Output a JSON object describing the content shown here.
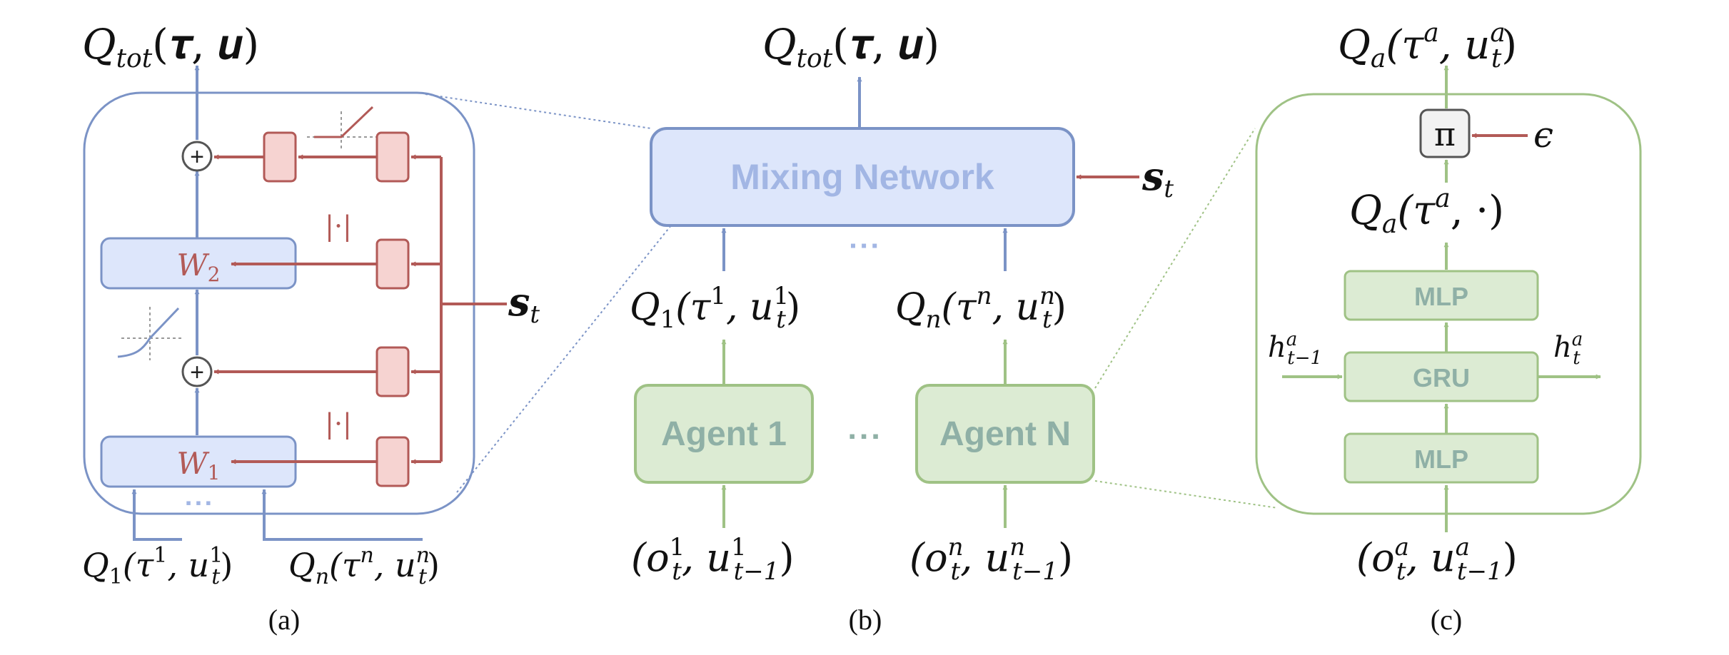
{
  "colors": {
    "blue": "#7b93c6",
    "blue_fill": "#dde6fb",
    "blue_text": "#a2b6e4",
    "red": "#b25a57",
    "red_fill": "#f6d3d1",
    "green": "#9fc285",
    "green_fill": "#dcebd3",
    "green_text": "#8fb0a6",
    "text": "#111111"
  },
  "panel_a": {
    "output": {
      "q": "Q",
      "sub": "tot",
      "args": "(𝝉, 𝒖)"
    },
    "w2": {
      "w": "W",
      "sub": "2"
    },
    "w1": {
      "w": "W",
      "sub": "1"
    },
    "abs_label_top": "|·|",
    "abs_label_bottom": "|·|",
    "plus_top": "+",
    "plus_bottom": "+",
    "ellipsis": "▪ ▪ ▪",
    "state": {
      "s": "s",
      "sub": "t"
    },
    "input_1": {
      "q": "Q",
      "sub": "1",
      "open": "(τ",
      "sup": "1",
      "mid": ", u",
      "usup": "1",
      "usub": "t",
      "close": ")"
    },
    "input_n": {
      "q": "Q",
      "sub": "n",
      "open": "(τ",
      "sup": "n",
      "mid": ", u",
      "usup": "n",
      "usub": "t",
      "close": ")"
    },
    "caption": "(a)"
  },
  "panel_b": {
    "output": {
      "q": "Q",
      "sub": "tot",
      "args": "(𝝉, 𝒖)"
    },
    "mixing_label": "Mixing Network",
    "state": {
      "s": "s",
      "sub": "t"
    },
    "ellipsis_top": "▪ ▪ ▪",
    "ellipsis_mid": "▪ ▪ ▪",
    "q1": {
      "q": "Q",
      "sub": "1",
      "open": "(τ",
      "sup": "1",
      "mid": ", u",
      "usup": "1",
      "usub": "t",
      "close": ")"
    },
    "qn": {
      "q": "Q",
      "sub": "n",
      "open": "(τ",
      "sup": "n",
      "mid": ", u",
      "usup": "n",
      "usub": "t",
      "close": ")"
    },
    "agent1": "Agent 1",
    "agentN": "Agent N",
    "obs1": {
      "open": "(o",
      "sup": "1",
      "sub": "t",
      "mid": ", u",
      "usup": "1",
      "usub": "t−1",
      "close": ")"
    },
    "obsN": {
      "open": "(o",
      "sup": "n",
      "sub": "t",
      "mid": ", u",
      "usup": "n",
      "usub": "t−1",
      "close": ")"
    },
    "caption": "(b)"
  },
  "panel_c": {
    "output": {
      "q": "Q",
      "sub": "a",
      "open": "(τ",
      "sup": "a",
      "mid": ", u",
      "usup": "a",
      "usub": "t",
      "close": ")"
    },
    "pi": "π",
    "epsilon": "ϵ",
    "qa_dot": {
      "q": "Q",
      "sub": "a",
      "open": "(τ",
      "sup": "a",
      "close": ", ·)"
    },
    "mlp_top": "MLP",
    "gru": "GRU",
    "mlp_bottom": "MLP",
    "h_in": {
      "h": "h",
      "sup": "a",
      "sub": "t−1"
    },
    "h_out": {
      "h": "h",
      "sup": "a",
      "sub": "t"
    },
    "obs": {
      "open": "(o",
      "sup": "a",
      "sub": "t",
      "mid": ", u",
      "usup": "a",
      "usub": "t−1",
      "close": ")"
    },
    "caption": "(c)"
  }
}
